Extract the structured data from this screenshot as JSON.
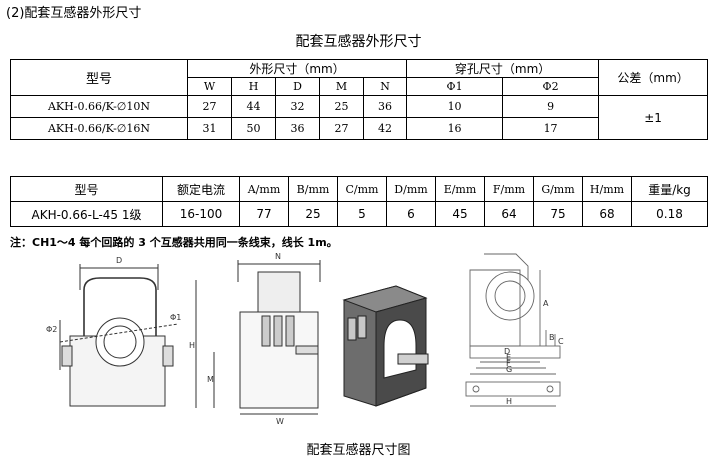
{
  "heading": "(2)配套互感器外形尺寸",
  "table_title": "配套互感器外形尺寸",
  "table1": {
    "model_header": "型号",
    "dims_header": "外形尺寸（mm）",
    "hole_header": "穿孔尺寸（mm）",
    "tolerance_header": "公差（mm）",
    "columns": [
      "W",
      "H",
      "D",
      "M",
      "N",
      "Φ1",
      "Φ2"
    ],
    "rows": [
      {
        "model": "AKH-0.66/K-∅10N",
        "values": [
          "27",
          "44",
          "32",
          "25",
          "36",
          "10",
          "9"
        ]
      },
      {
        "model": "AKH-0.66/K-∅16N",
        "values": [
          "31",
          "50",
          "36",
          "27",
          "42",
          "16",
          "17"
        ]
      }
    ],
    "tolerance": "±1"
  },
  "table2": {
    "headers": [
      "型号",
      "额定电流",
      "A/mm",
      "B/mm",
      "C/mm",
      "D/mm",
      "E/mm",
      "F/mm",
      "G/mm",
      "H/mm",
      "重量/kg"
    ],
    "row": [
      "AKH-0.66-L-45 1级",
      "16-100",
      "77",
      "25",
      "5",
      "6",
      "45",
      "64",
      "75",
      "68",
      "0.18"
    ]
  },
  "note": "注：CH1～4 每个回路的 3 个互感器共用同一条线束，线长 1m。",
  "drawing": {
    "labels": [
      "D",
      "Φ2",
      "Φ1",
      "N",
      "H",
      "M",
      "W",
      "A",
      "B",
      "C",
      "D",
      "E",
      "F",
      "G",
      "H"
    ]
  },
  "drawing_title": "配套互感器尺寸图"
}
